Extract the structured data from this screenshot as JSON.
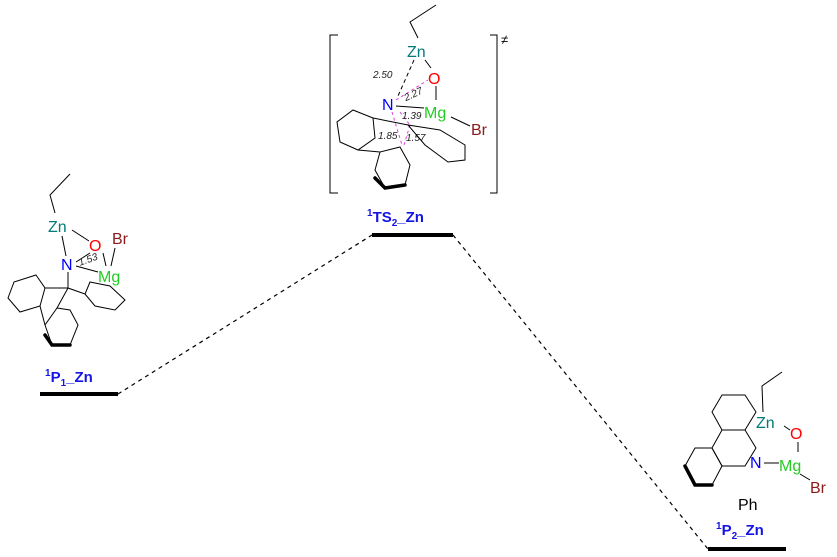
{
  "diagram": {
    "species": [
      {
        "id": "P1",
        "label_sup": "1",
        "label_main": "P",
        "label_sub": "1",
        "label_tail": "_Zn",
        "atoms": {
          "zn": "Zn",
          "o": "O",
          "n": "N",
          "mg": "Mg",
          "br": "Br"
        },
        "distances": [
          "1.53"
        ]
      },
      {
        "id": "TS2",
        "label_sup": "1",
        "label_main": "TS",
        "label_sub": "2",
        "label_tail": "_Zn",
        "atoms": {
          "zn": "Zn",
          "o": "O",
          "n": "N",
          "mg": "Mg",
          "br": "Br"
        },
        "distances": [
          "2.50",
          "2.27",
          "1.39",
          "1.85",
          "1.57"
        ],
        "ts_symbol": "≠"
      },
      {
        "id": "P2",
        "label_sup": "1",
        "label_main": "P",
        "label_sub": "2",
        "label_tail": "_Zn",
        "atoms": {
          "zn": "Zn",
          "o": "O",
          "n": "N",
          "mg": "Mg",
          "br": "Br",
          "ph": "Ph"
        }
      }
    ],
    "colors": {
      "zn": "#007a7a",
      "o": "#ff0000",
      "n": "#0000ff",
      "mg": "#22cc22",
      "br": "#8b1a1a",
      "label": "#1414e6"
    }
  }
}
